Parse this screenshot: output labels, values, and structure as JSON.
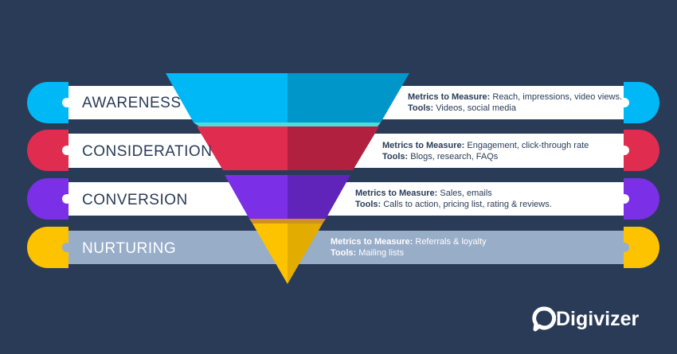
{
  "stages": [
    {
      "label": "AWARENESS",
      "metrics_label": "Metrics to Measure:",
      "metrics": "Reach, impressions, video views.",
      "tools_label": "Tools:",
      "tools": "Videos, social media",
      "color": "#00b8f5",
      "dark": "#0096c9"
    },
    {
      "label": "CONSIDERATION",
      "metrics_label": "Metrics to Measure:",
      "metrics": "Engagement, click-through rate",
      "tools_label": "Tools:",
      "tools": "Blogs, research, FAQs",
      "color": "#e02c4f",
      "dark": "#b1213f"
    },
    {
      "label": "CONVERSION",
      "metrics_label": "Metrics to Measure:",
      "metrics": "Sales, emails",
      "tools_label": "Tools:",
      "tools": "Calls to action, pricing list, rating & reviews.",
      "color": "#7b2fe6",
      "dark": "#6024bb"
    },
    {
      "label": "NURTURING",
      "metrics_label": "Metrics to Measure:",
      "metrics": "Referrals & loyalty",
      "tools_label": "Tools:",
      "tools": "Mailing lists",
      "color": "#fdc300",
      "dark": "#e2ad00"
    }
  ],
  "brand": {
    "name": "Digivizer"
  }
}
